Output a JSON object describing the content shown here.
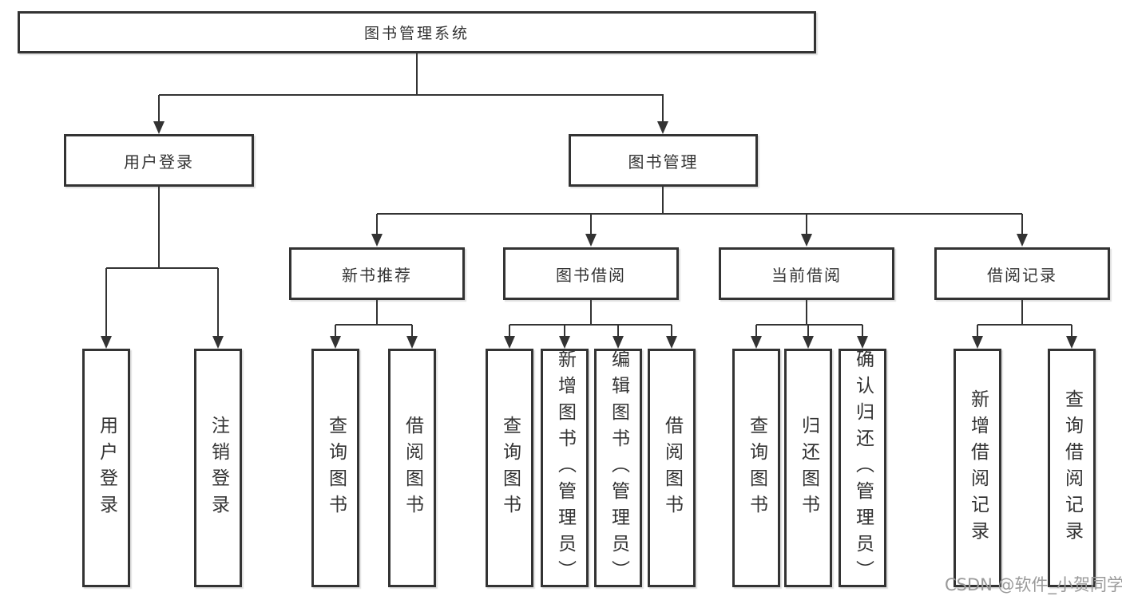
{
  "tree": {
    "label": "图书管理系统",
    "children": [
      {
        "label": "用户登录",
        "children": [
          {
            "label": "用户登录"
          },
          {
            "label": "注销登录"
          }
        ]
      },
      {
        "label": "图书管理",
        "children": [
          {
            "label": "新书推荐",
            "children": [
              {
                "label": "查询图书"
              },
              {
                "label": "借阅图书"
              }
            ]
          },
          {
            "label": "图书借阅",
            "children": [
              {
                "label": "查询图书"
              },
              {
                "label": "新增图书（管理员）"
              },
              {
                "label": "编辑图书（管理员）"
              },
              {
                "label": "借阅图书"
              }
            ]
          },
          {
            "label": "当前借阅",
            "children": [
              {
                "label": "查询图书"
              },
              {
                "label": "归还图书"
              },
              {
                "label": "确认归还（管理员）"
              }
            ]
          },
          {
            "label": "借阅记录",
            "children": [
              {
                "label": "新增借阅记录"
              },
              {
                "label": "查询借阅记录"
              }
            ]
          }
        ]
      }
    ]
  },
  "watermark": "CSDN @软件_小贺同学",
  "colors": {
    "line": "#333333",
    "text": "#333333",
    "watermark": "#9a9a9a",
    "background": "#ffffff"
  }
}
